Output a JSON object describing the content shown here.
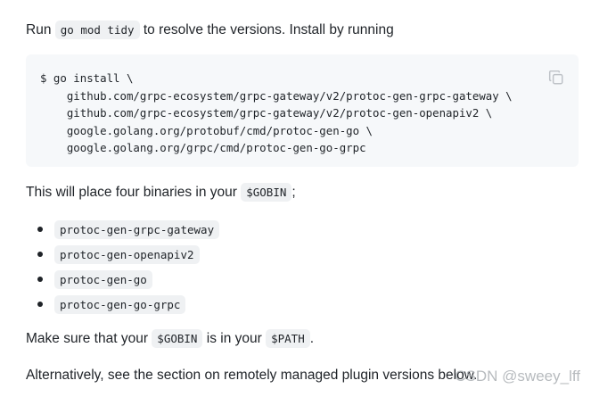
{
  "install_para": {
    "prefix": "Run ",
    "code": "go mod tidy",
    "suffix": " to resolve the versions. Install by running"
  },
  "code_block": {
    "content": "$ go install \\\n    github.com/grpc-ecosystem/grpc-gateway/v2/protoc-gen-grpc-gateway \\\n    github.com/grpc-ecosystem/grpc-gateway/v2/protoc-gen-openapiv2 \\\n    google.golang.org/protobuf/cmd/protoc-gen-go \\\n    google.golang.org/grpc/cmd/protoc-gen-go-grpc",
    "copy_icon": "copy-icon"
  },
  "binaries_para": {
    "prefix": "This will place four binaries in your ",
    "code": "$GOBIN",
    "suffix": ";"
  },
  "binaries": [
    "protoc-gen-grpc-gateway",
    "protoc-gen-openapiv2",
    "protoc-gen-go",
    "protoc-gen-go-grpc"
  ],
  "path_para": {
    "prefix": "Make sure that your ",
    "code1": "$GOBIN",
    "middle": " is in your ",
    "code2": "$PATH",
    "suffix": "."
  },
  "alt_para": {
    "text": "Alternatively, see the section on remotely managed plugin versions below."
  },
  "watermark": "CSDN @sweey_lff"
}
